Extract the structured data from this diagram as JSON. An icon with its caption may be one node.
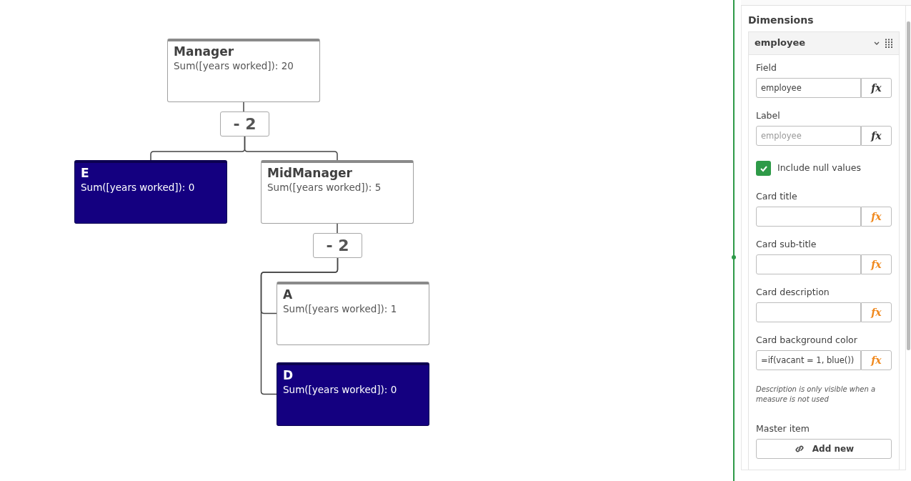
{
  "diagram": {
    "nodes": [
      {
        "text": [
          "Manager",
          "Sum([years worked]): 20"
        ]
      },
      {
        "text": [
          "- 2"
        ]
      },
      {
        "text": [
          "E",
          "Sum([years worked]): 0"
        ]
      },
      {
        "text": [
          "MidManager",
          "Sum([years worked]): 5"
        ]
      },
      {
        "text": [
          "- 2"
        ]
      },
      {
        "text": [
          "A",
          "Sum([years worked]): 1"
        ]
      },
      {
        "text": [
          "D",
          "Sum([years worked]): 0"
        ]
      }
    ],
    "edges": [
      {
        "from": 0,
        "to": 1,
        "arrow": "none"
      },
      {
        "from": 1,
        "to": 2,
        "arrow": "none"
      },
      {
        "from": 1,
        "to": 3,
        "arrow": "none"
      },
      {
        "from": 3,
        "to": 4,
        "arrow": "none"
      },
      {
        "from": 4,
        "to": 5,
        "arrow": "none"
      },
      {
        "from": 4,
        "to": 6,
        "arrow": "none"
      }
    ],
    "labels": [
      "Dimensions",
      "employee",
      "Field",
      "employee",
      "fx",
      "Label",
      "employee",
      "fx",
      "Include null values",
      "Card title",
      "fx",
      "Card sub-title",
      "fx",
      "Card description",
      "fx",
      "Card background color",
      "=if(vacant = 1, blue())",
      "fx",
      "Description is only visible when a measure is not used",
      "Master item",
      "Add new"
    ]
  }
}
